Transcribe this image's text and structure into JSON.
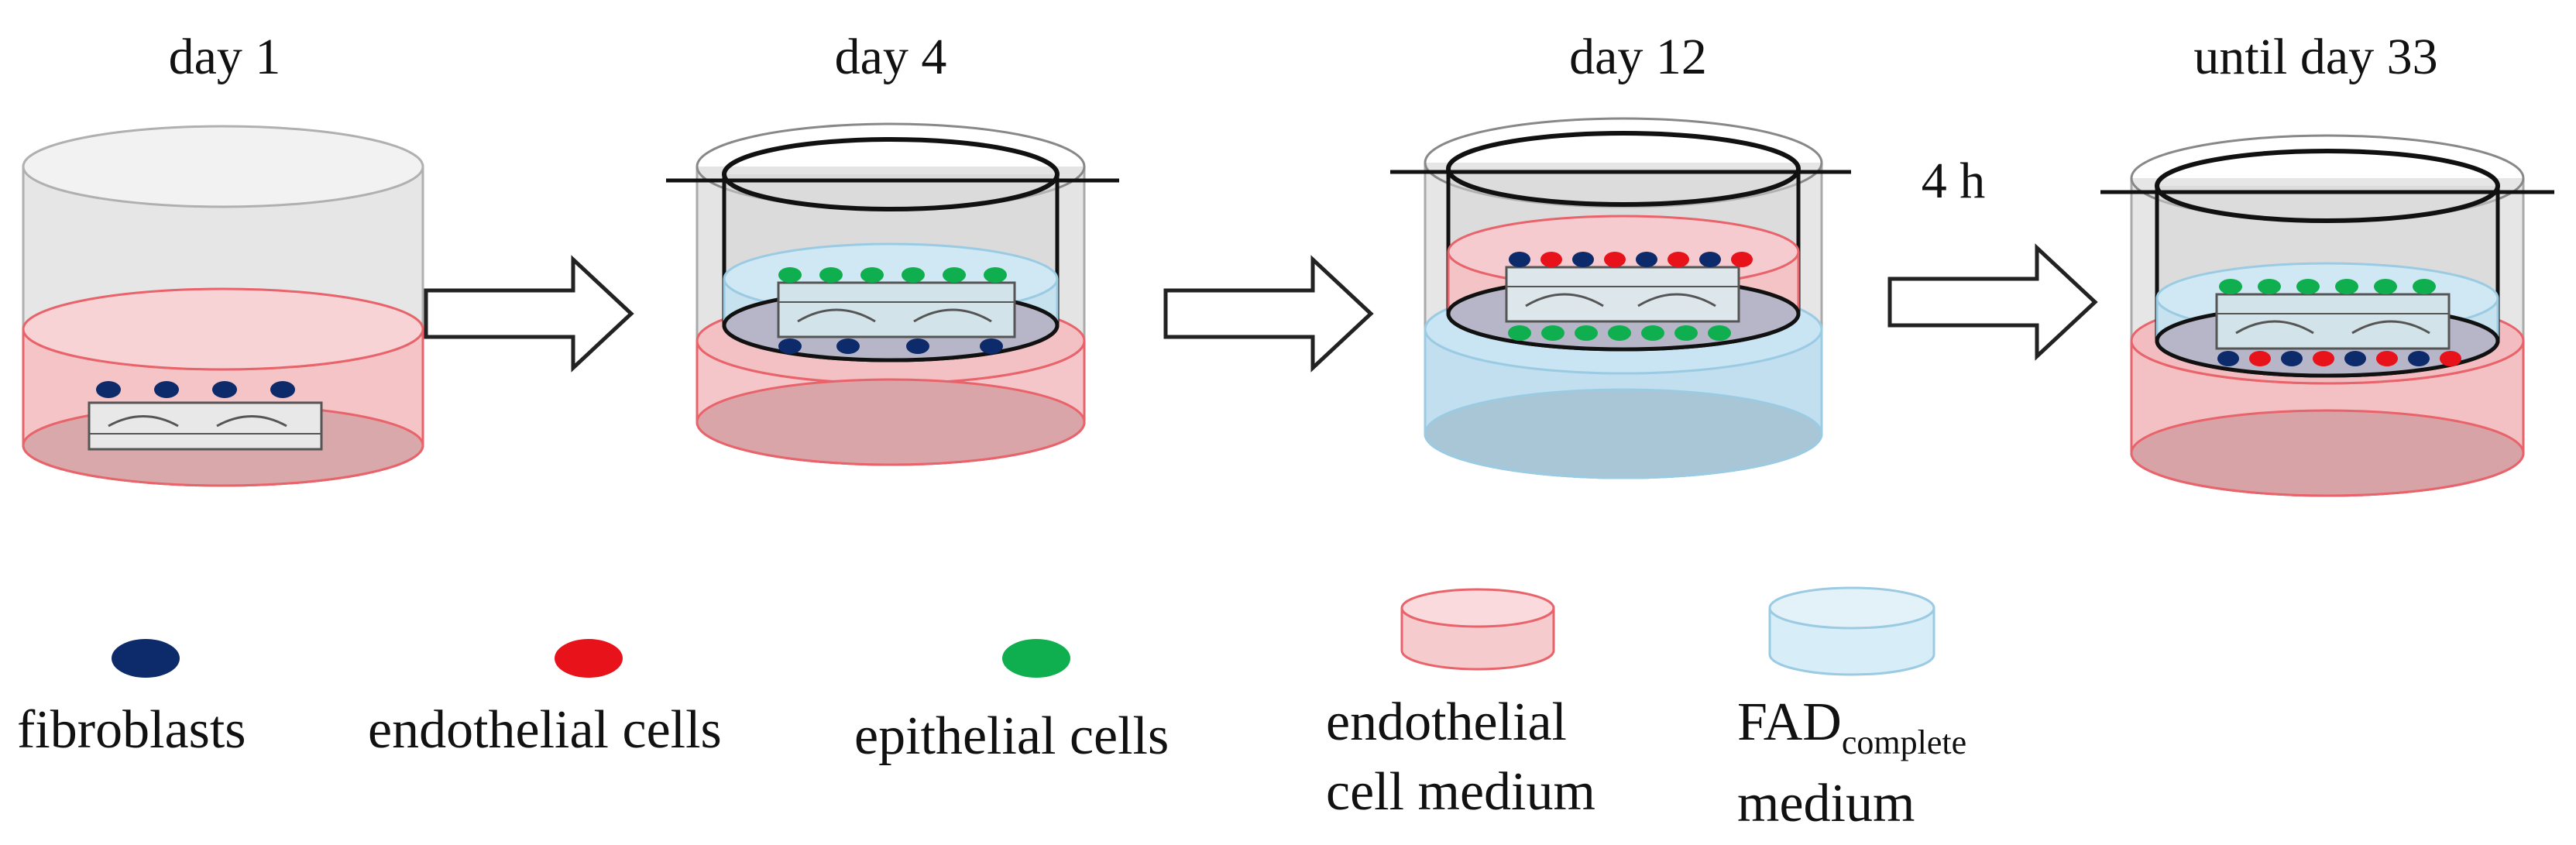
{
  "stages": [
    {
      "label": "day 1"
    },
    {
      "label": "day 4"
    },
    {
      "label": "day 12"
    },
    {
      "label": "until day 33"
    }
  ],
  "transition_label": "4 h",
  "legend": {
    "fibroblasts": "fibroblasts",
    "endothelial_cells": "endothelial cells",
    "epithelial_cells": "epithelial cells",
    "endothelial_medium_line1": "endothelial",
    "endothelial_medium_line2": "cell medium",
    "fad_main": "FAD",
    "fad_sub": "complete",
    "fad_line2": "medium"
  },
  "colors": {
    "fibroblast": "#0d2a6b",
    "endothelial": "#e8121b",
    "epithelial": "#0fae4f",
    "endothelial_medium_fill": "#f7c9cc",
    "endothelial_medium_stroke": "#e9636b",
    "fad_medium_fill": "#cbe6f2",
    "fad_medium_stroke": "#9bcbe3",
    "empty_vessel_fill": "#e3e3e3",
    "scaffold_fill": "#d8e3e8"
  }
}
